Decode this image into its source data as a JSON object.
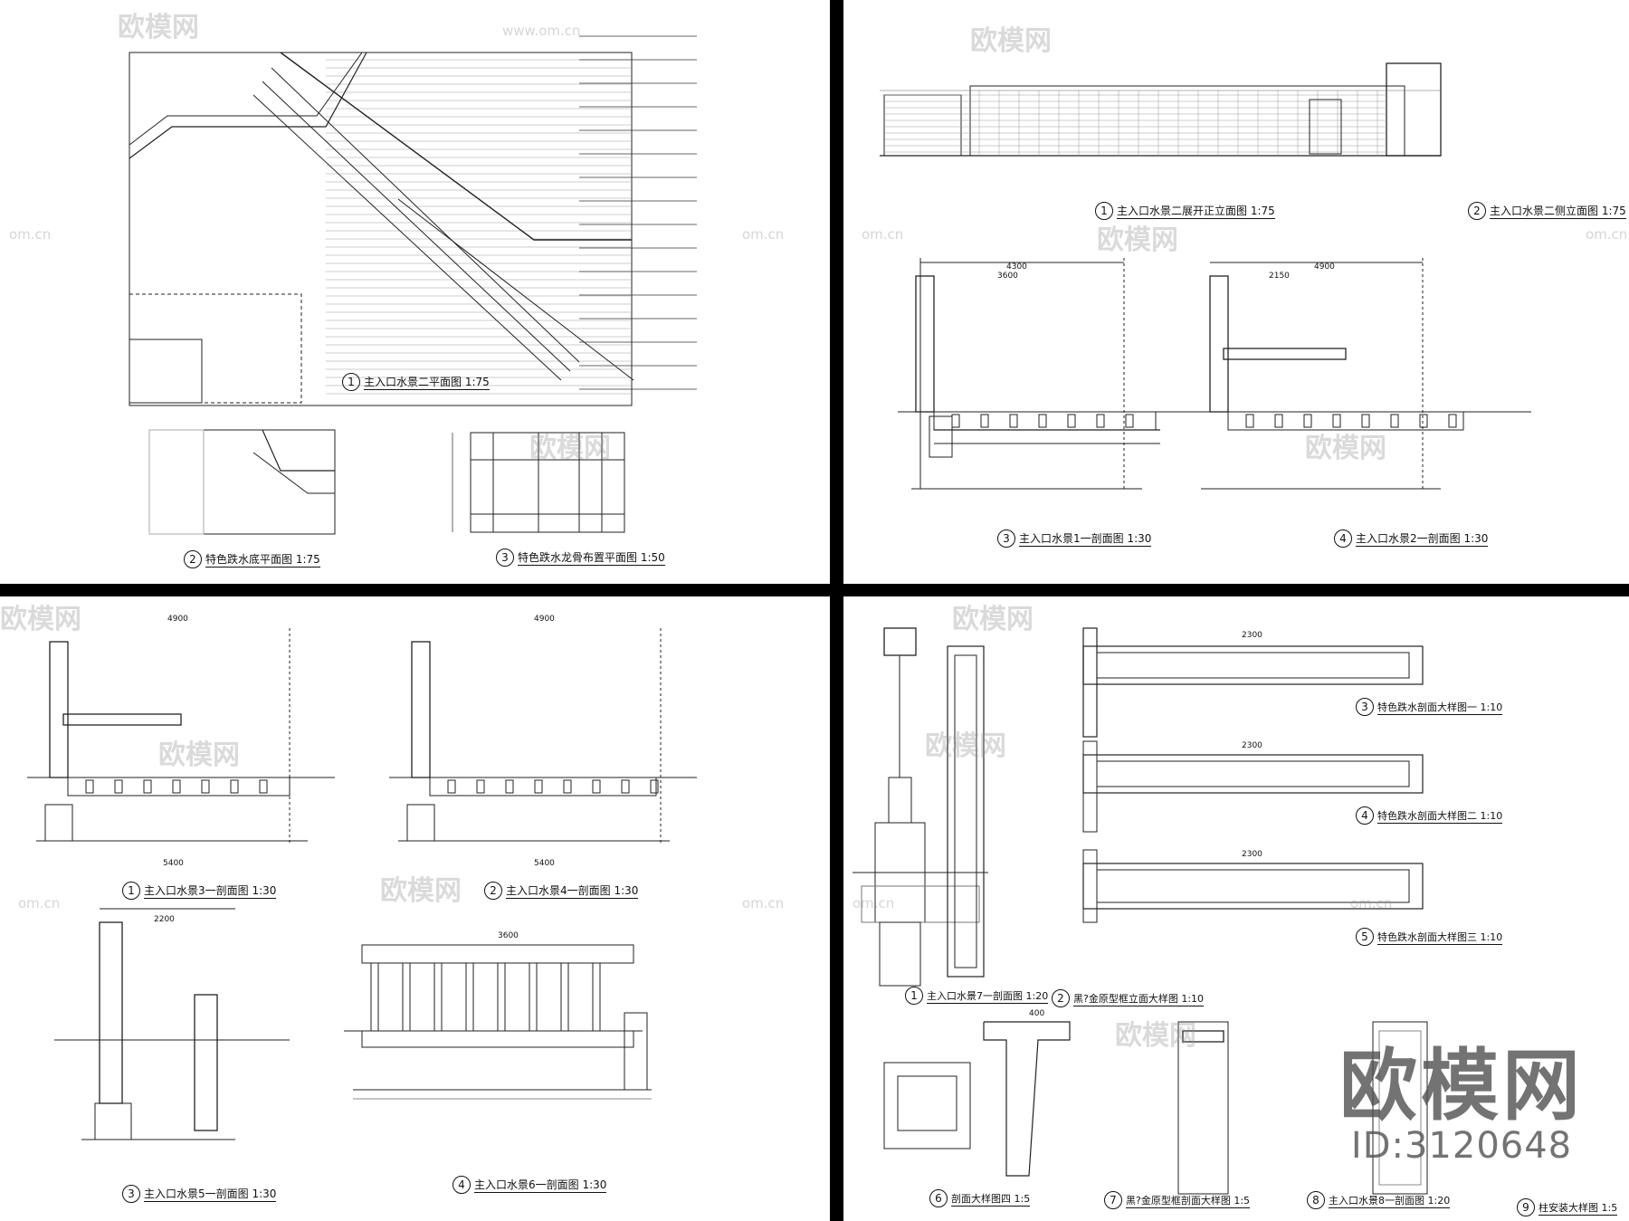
{
  "watermark": {
    "brand": "欧模网",
    "site": "www.om.cn",
    "site_short": "om.cn"
  },
  "sheet1": {
    "drawings": [
      {
        "num": "1",
        "title": "主入口水景二平面图 1:75"
      },
      {
        "num": "2",
        "title": "特色跌水底平面图 1:75"
      },
      {
        "num": "3",
        "title": "特色跌水龙骨布置平面图 1:50"
      }
    ]
  },
  "sheet2": {
    "drawings": [
      {
        "num": "1",
        "title": "主入口水景二展开正立面图 1:75"
      },
      {
        "num": "2",
        "title": "主入口水景二侧立面图 1:75"
      },
      {
        "num": "3",
        "title": "主入口水景1一剖面图 1:30"
      },
      {
        "num": "4",
        "title": "主入口水景2一剖面图 1:30"
      }
    ],
    "dims": {
      "d4300": "4300",
      "d4900": "4900",
      "d3600": "3600",
      "d2150": "2150"
    }
  },
  "sheet3": {
    "drawings": [
      {
        "num": "1",
        "title": "主入口水景3一剖面图 1:30"
      },
      {
        "num": "2",
        "title": "主入口水景4一剖面图 1:30"
      },
      {
        "num": "3",
        "title": "主入口水景5一剖面图 1:30"
      },
      {
        "num": "4",
        "title": "主入口水景6一剖面图 1:30"
      }
    ],
    "dims": {
      "d4900": "4900",
      "d5400": "5400",
      "d2200": "2200",
      "d3600": "3600"
    }
  },
  "sheet4": {
    "drawings": [
      {
        "num": "1",
        "title": "主入口水景7一剖面图 1:20"
      },
      {
        "num": "2",
        "title": "黑?金原型框立面大样图 1:10"
      },
      {
        "num": "3",
        "title": "特色跌水剖面大样图一 1:10"
      },
      {
        "num": "4",
        "title": "特色跌水剖面大样图二 1:10"
      },
      {
        "num": "5",
        "title": "特色跌水剖面大样图三 1:10"
      },
      {
        "num": "6",
        "title": "剖面大样图四 1:5"
      },
      {
        "num": "7",
        "title": "黑?金原型框剖面大样图 1:5"
      },
      {
        "num": "8",
        "title": "主入口水景8一剖面图 1:20"
      },
      {
        "num": "9",
        "title": "柱安装大样图 1:5"
      }
    ],
    "dims": {
      "d2300": "2300",
      "d400": "400"
    }
  },
  "brand_id": "ID:3120648"
}
